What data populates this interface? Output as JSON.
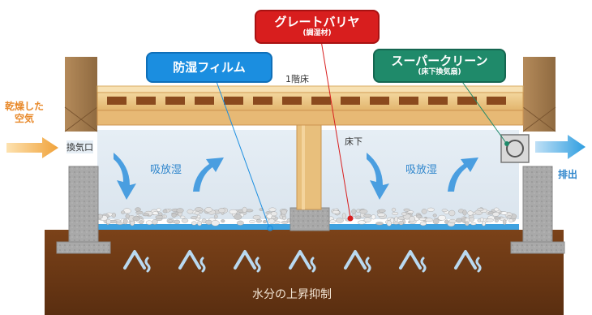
{
  "labels": {
    "floor_1f": "1階床",
    "dry_air": "乾燥した\n空気",
    "vent_in": "換気口",
    "underfloor": "床下",
    "absorb_release_left": "吸放湿",
    "absorb_release_right": "吸放湿",
    "exhaust": "排出",
    "moisture": "水分の上昇抑制"
  },
  "callouts": {
    "moisture_film": {
      "title": "防湿フィルム",
      "subtitle": ""
    },
    "great_barrier": {
      "title": "グレートバリヤ",
      "subtitle": "(調湿材)"
    },
    "super_clean": {
      "title": "スーパークリーン",
      "subtitle": "(床下換気扇)"
    }
  },
  "colors": {
    "blue_callout": "#1b8ee0",
    "red_callout": "#d81e1e",
    "green_callout": "#1f8a6a",
    "wood": "#e9c17f",
    "soil": "#6e3a16",
    "film": "#3fa2e0",
    "arrow_in": "#f0a23a",
    "arrow_out": "#2f9ee0"
  }
}
